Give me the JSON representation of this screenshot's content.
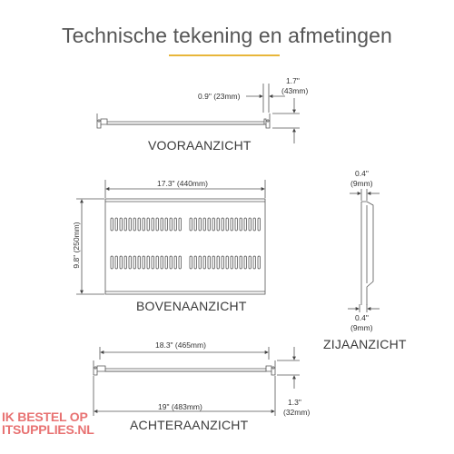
{
  "title": "Technische tekening en afmetingen",
  "views": {
    "front": {
      "label": "VOORAANZICHT",
      "dim_flange": "0.9\" (23mm)",
      "dim_height_in": "1.7\"",
      "dim_height_mm": "(43mm)"
    },
    "top": {
      "label": "BOVENAANZICHT",
      "dim_width": "17.3\" (440mm)",
      "dim_depth": "9.8\" (250mm)"
    },
    "side": {
      "label": "ZIJAANZICHT",
      "dim_top_in": "0.4\"",
      "dim_top_mm": "(9mm)",
      "dim_bottom_in": "0.4\"",
      "dim_bottom_mm": "(9mm)"
    },
    "back": {
      "label": "ACHTERAANZICHT",
      "dim_inner": "18.3\" (465mm)",
      "dim_outer": "19\" (483mm)",
      "dim_height_in": "1.3\"",
      "dim_height_mm": "(32mm)"
    }
  },
  "watermark": {
    "line1": "IK BESTEL OP",
    "line2": "ITSUPPLIES.NL"
  },
  "colors": {
    "accent_rule": "#e8b63a",
    "watermark": "#e45a5a",
    "line": "#555555"
  }
}
